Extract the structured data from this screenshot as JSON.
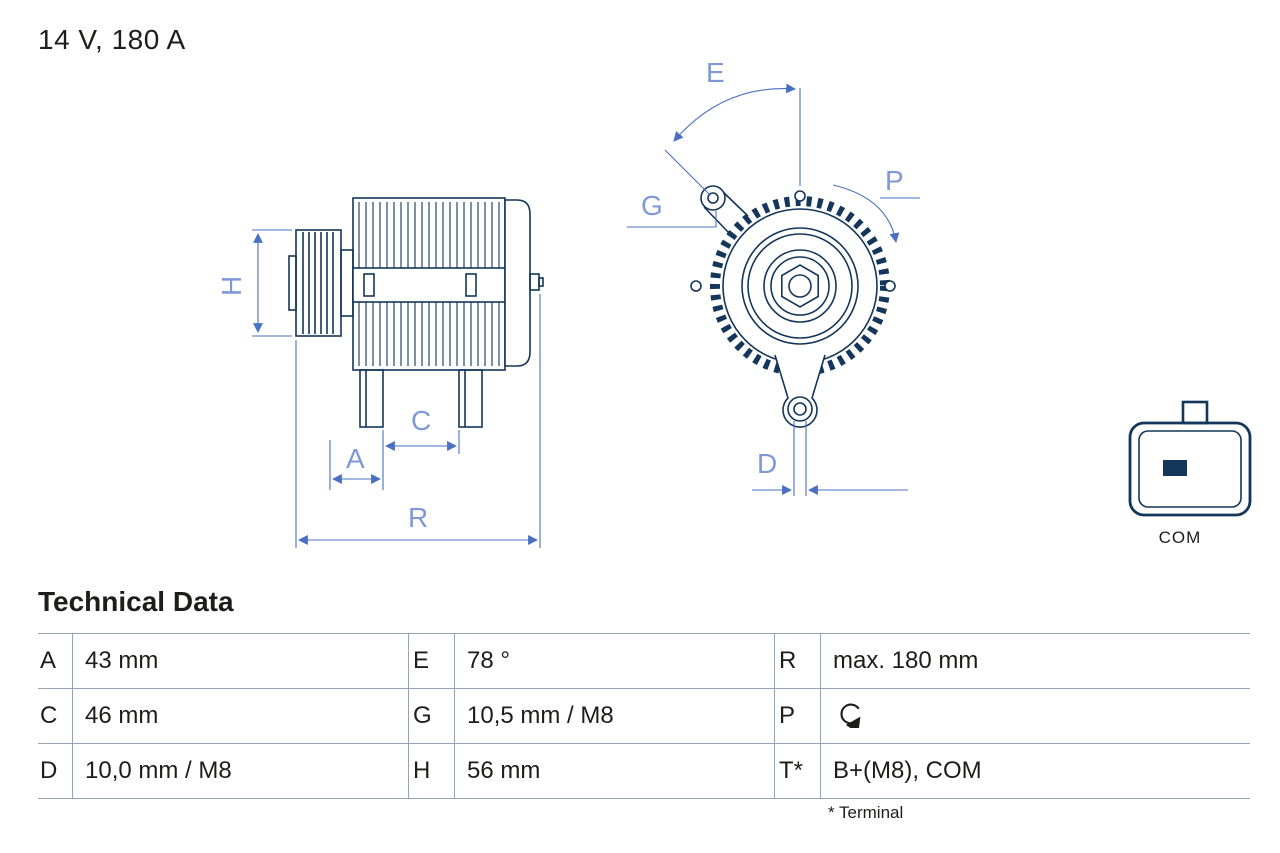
{
  "header": {
    "rating": "14 V, 180 A"
  },
  "diagram": {
    "dim_labels": {
      "A": "A",
      "C": "C",
      "D": "D",
      "E": "E",
      "G": "G",
      "H": "H",
      "P": "P",
      "R": "R"
    },
    "connector": {
      "label": "COM"
    },
    "colors": {
      "drawing_line": "#14365a",
      "dimension_line": "#4a70c2",
      "dimension_text": "#7e99d8"
    }
  },
  "table": {
    "title": "Technical Data",
    "rows": [
      [
        {
          "key": "A",
          "value": "43 mm"
        },
        {
          "key": "E",
          "value": "78 °"
        },
        {
          "key": "R",
          "value": "max. 180 mm"
        }
      ],
      [
        {
          "key": "C",
          "value": "46 mm"
        },
        {
          "key": "G",
          "value": "10,5 mm / M8"
        },
        {
          "key": "P",
          "value": "",
          "icon": "rotation-arrow"
        }
      ],
      [
        {
          "key": "D",
          "value": "10,0 mm / M8"
        },
        {
          "key": "H",
          "value": "56 mm"
        },
        {
          "key": "T*",
          "value": "B+(M8), COM"
        }
      ]
    ],
    "footnote": "* Terminal"
  }
}
